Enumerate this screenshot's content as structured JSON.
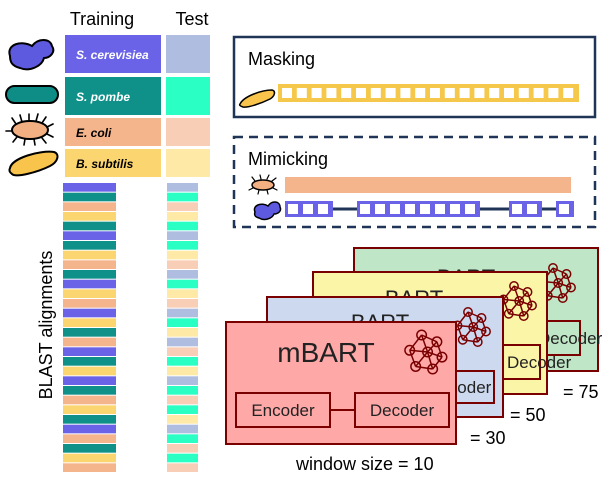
{
  "headers": {
    "training": "Training",
    "test": "Test"
  },
  "species": [
    {
      "label": "S. cerevisiea",
      "train_color": "#6a63e8",
      "test_color": "#aebde0",
      "icon": "yeast-icon"
    },
    {
      "label": "S. pombe",
      "train_color": "#0f9088",
      "test_color": "#2affc4",
      "icon": "pombe-icon"
    },
    {
      "label": "E. coli",
      "train_color": "#f4b48c",
      "test_color": "#f8cfb6",
      "icon": "ecoli-icon"
    },
    {
      "label": "B. subtilis",
      "train_color": "#fbd56f",
      "test_color": "#ffe9a6",
      "icon": "subtilis-icon"
    }
  ],
  "side_label": "BLAST alignments",
  "alignment_train_colors": [
    "#6a63e8",
    "#0f9088",
    "#f4b48c",
    "#fbd56f",
    "#0f9088",
    "#6a63e8",
    "#0f9088",
    "#fbd56f",
    "#f4b48c",
    "#0f9088",
    "#6a63e8",
    "#fbd56f",
    "#f4b48c",
    "#6a63e8",
    "#fbd56f",
    "#0f9088",
    "#f4b48c",
    "#6a63e8",
    "#0f9088",
    "#fbd56f",
    "#6a63e8",
    "#0f9088",
    "#f4b48c",
    "#fbd56f",
    "#0f9088",
    "#6a63e8",
    "#f4b48c",
    "#0f9088",
    "#fbd56f",
    "#f4b48c"
  ],
  "alignment_test_colors": [
    "#aebde0",
    "#2affc4",
    "#f8cfb6",
    "#ffe9a6",
    "#2affc4",
    "#aebde0",
    "#2affc4",
    "#ffe9a6",
    "#f8cfb6",
    "#aebde0",
    "#2affc4",
    "#ffe9a6",
    "#f8cfb6",
    "#aebde0",
    "#2affc4",
    "#ffe9a6",
    "#aebde0",
    "#f8cfb6",
    "#2affc4",
    "#ffe9a6",
    "#aebde0",
    "#2affc4",
    "#f8cfb6",
    "#2affc4",
    "#ffe9a6",
    "#aebde0",
    "#2affc4",
    "#f8cfb6",
    "#2affc4",
    "#f8cfb6"
  ],
  "masking": {
    "title": "Masking"
  },
  "mimicking": {
    "title": "Mimicking"
  },
  "models": [
    {
      "window_label": "= 75",
      "name": "BART",
      "fill": "#bfe6c6",
      "box": "Decoder"
    },
    {
      "window_label": "= 50",
      "name": "BART",
      "fill": "#fbf5a8",
      "box": "Decoder"
    },
    {
      "window_label": "= 30",
      "name": "BART",
      "fill": "#ccd9ef",
      "box": "Encoder"
    },
    {
      "window_label": "window size = 10",
      "name": "mBART",
      "fill": "#ffa8a8",
      "encoder": "Encoder",
      "decoder": "Decoder"
    }
  ],
  "colors": {
    "dark_navy": "#1f3456",
    "masking_yellow": "#f5c84c",
    "mimic_peach": "#f4b48c",
    "mimic_blue": "#6a63e8",
    "model_stroke": "#7a0000"
  }
}
